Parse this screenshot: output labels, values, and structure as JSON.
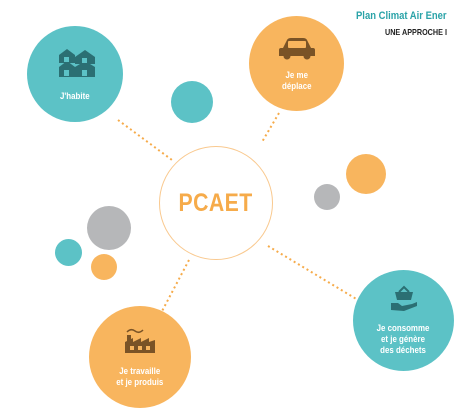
{
  "header": {
    "title": "Plan Climat Air Ener",
    "subtitle": "UNE APPROCHE I"
  },
  "center": {
    "label": "PCAET"
  },
  "nodes": {
    "habite": {
      "label": "J'habite",
      "icon": "houses-icon"
    },
    "deplace": {
      "label": "Je me\ndéplace",
      "icon": "car-icon"
    },
    "consomme": {
      "label": "Je consomme\net je génère\ndes déchets",
      "icon": "basket-hand-icon"
    },
    "travaille": {
      "label": "Je travaille\net je produis",
      "icon": "factory-icon"
    }
  },
  "colors": {
    "teal": "#5cc2c6",
    "orange": "#f8b55e",
    "grey": "#b6b7b9",
    "title_teal": "#2aa3a8",
    "center_orange": "#f6ab4a"
  }
}
